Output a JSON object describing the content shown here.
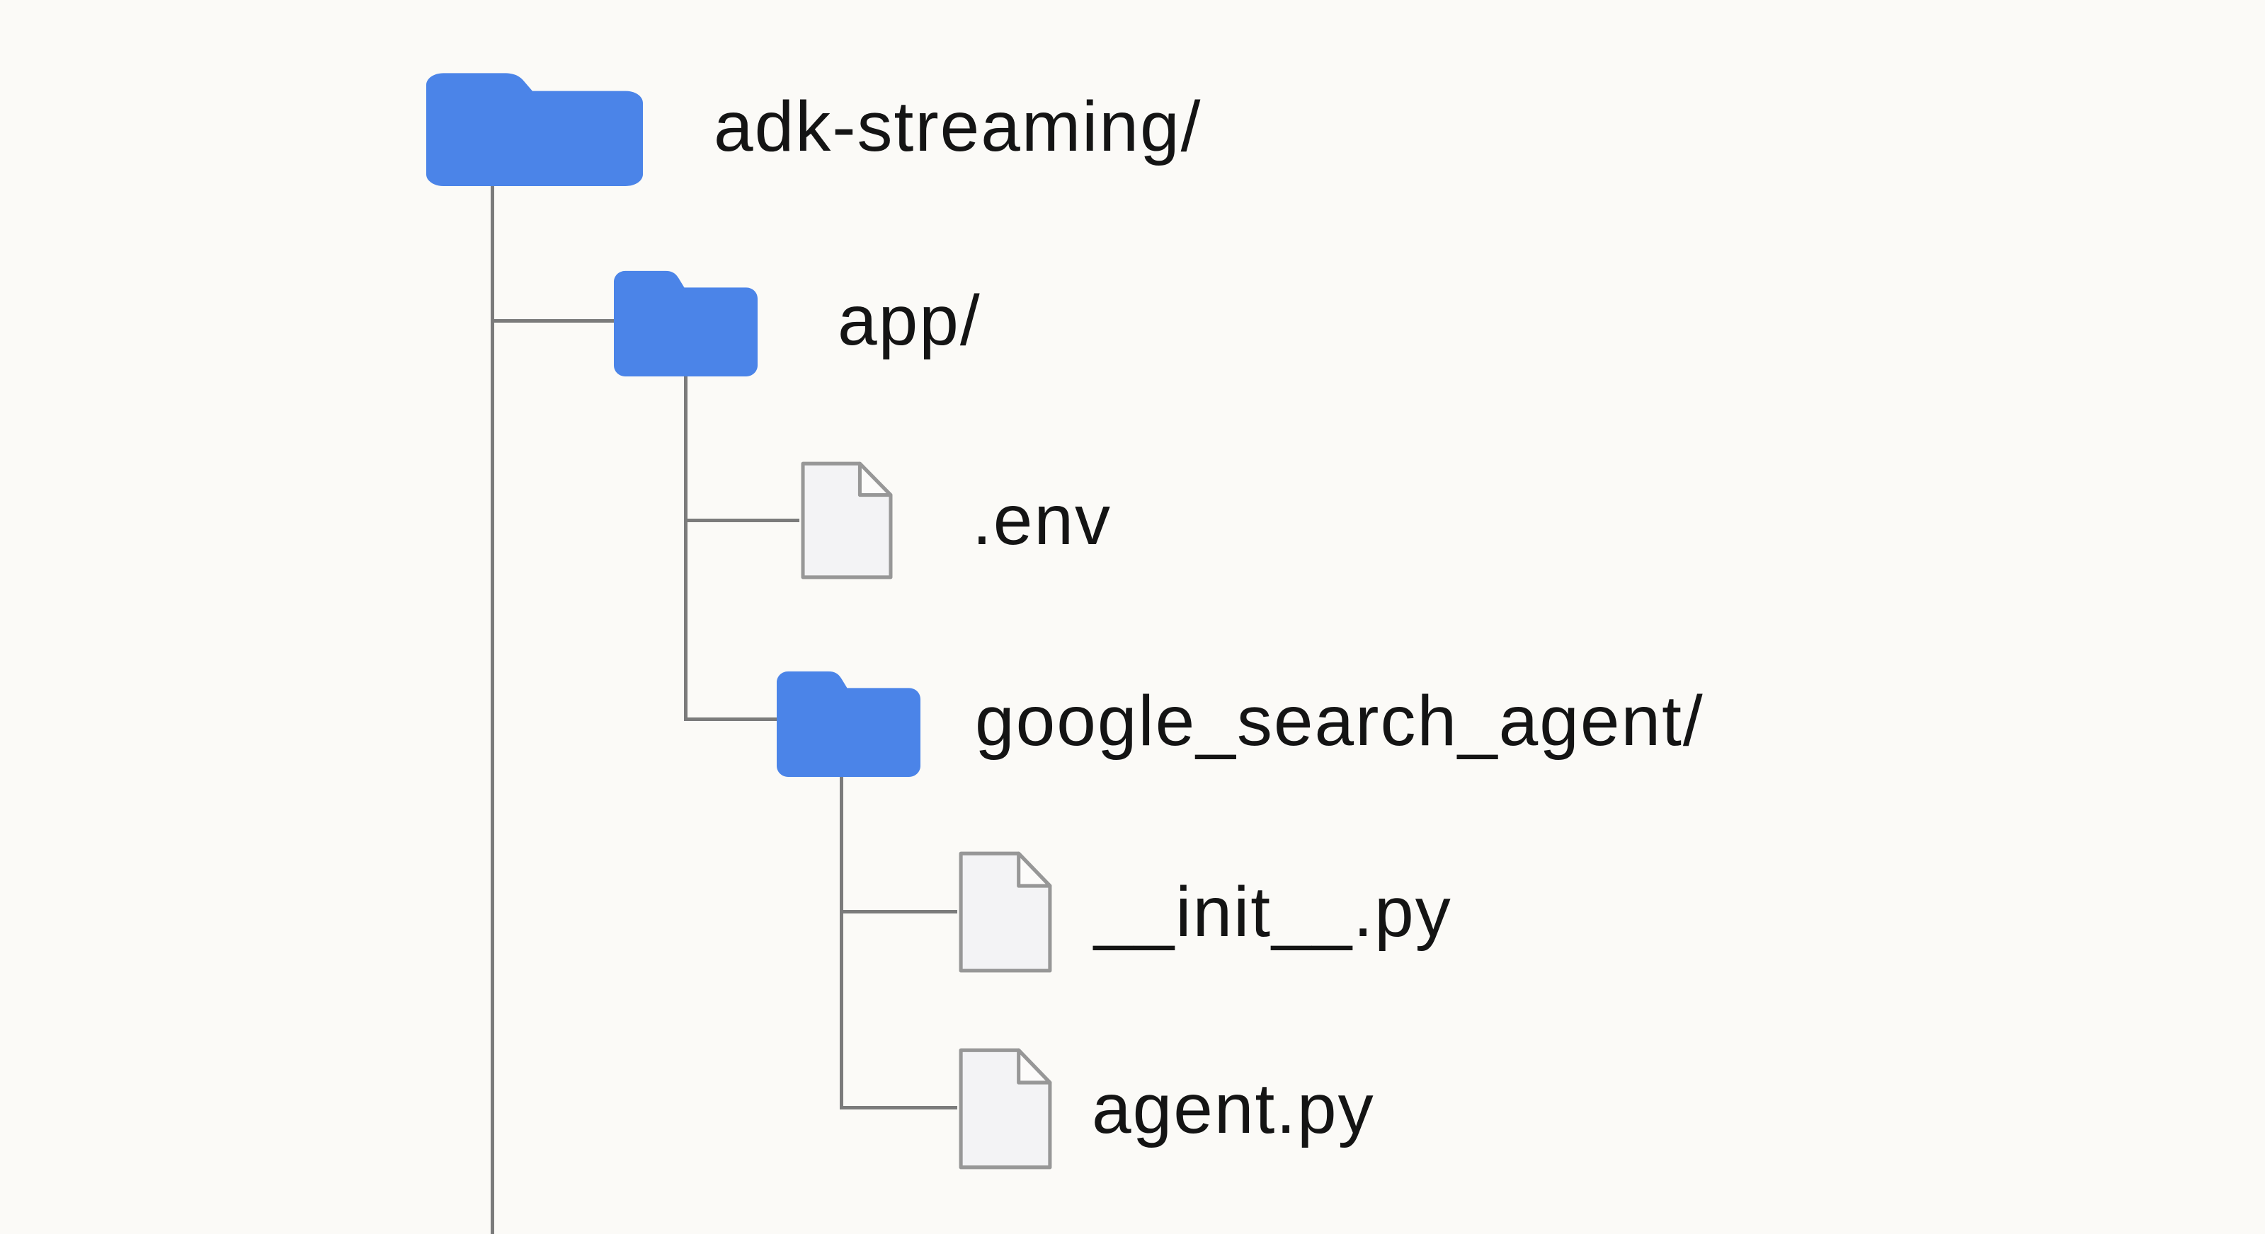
{
  "diagram": {
    "type": "file-tree",
    "root_label": "adk-streaming/",
    "colors": {
      "folder": "#4b84e8",
      "line": "#7b7b7b",
      "file_fill": "#f3f3f5",
      "file_border": "#979797",
      "flap_fill": "#fcfbfa",
      "text": "#141414",
      "background": "#fbfaf7"
    },
    "nodes": [
      {
        "label": "adk-streaming/",
        "type": "folder",
        "depth": 0,
        "icon": "folder-icon"
      },
      {
        "label": "app/",
        "type": "folder",
        "depth": 1,
        "icon": "folder-icon"
      },
      {
        "label": ".env",
        "type": "file",
        "depth": 2,
        "icon": "file-icon"
      },
      {
        "label": "google_search_agent/",
        "type": "folder",
        "depth": 2,
        "icon": "folder-icon"
      },
      {
        "label": "__init__.py",
        "type": "file",
        "depth": 3,
        "icon": "file-icon"
      },
      {
        "label": "agent.py",
        "type": "file",
        "depth": 3,
        "icon": "file-icon"
      }
    ]
  }
}
